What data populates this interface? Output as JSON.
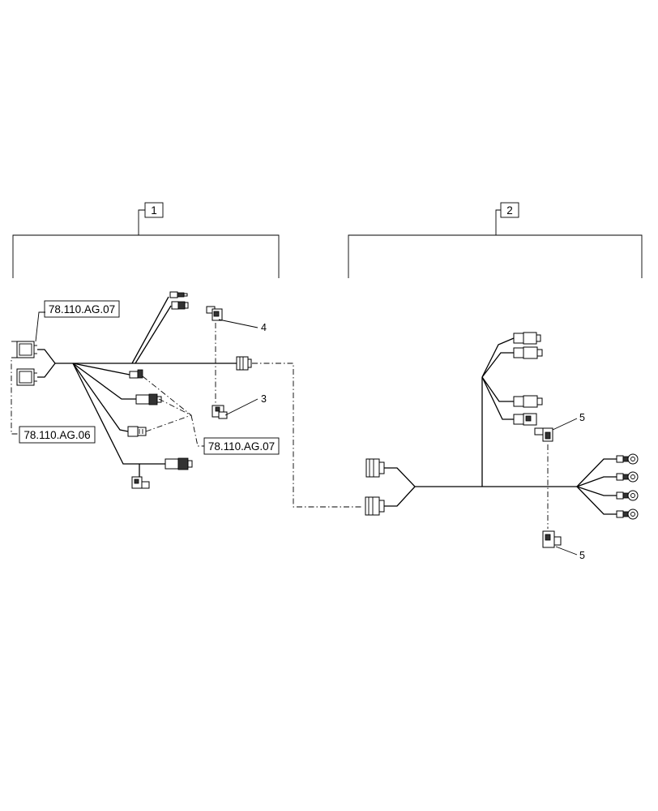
{
  "groups": [
    {
      "label": "1"
    },
    {
      "label": "2"
    }
  ],
  "references": {
    "upper_left": "78.110.AG.07",
    "lower_left": "78.110.AG.06",
    "middle_right": "78.110.AG.07"
  },
  "callouts": {
    "item_4": "4",
    "item_3": "3",
    "item_5_top": "5",
    "item_5_bottom": "5"
  }
}
